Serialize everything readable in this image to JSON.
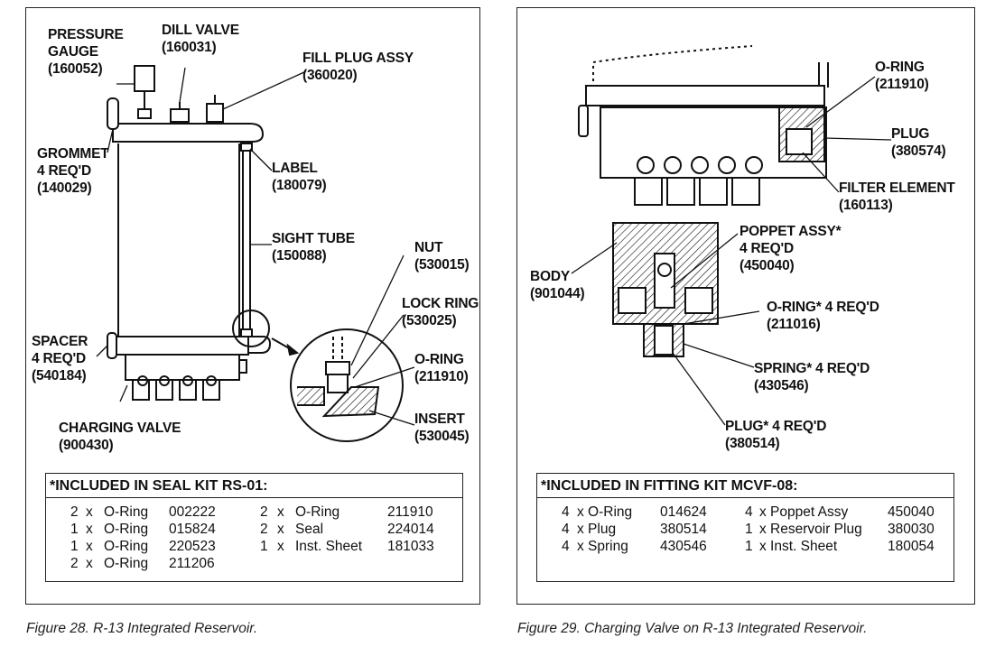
{
  "figure28": {
    "labels": {
      "pressure_gauge": "PRESSURE\nGAUGE\n(160052)",
      "dill_valve": "DILL VALVE\n(160031)",
      "fill_plug": "FILL PLUG ASSY\n(360020)",
      "grommet": "GROMMET\n4 REQ'D\n(140029)",
      "label": "LABEL\n(180079)",
      "sight_tube": "SIGHT TUBE\n(150088)",
      "nut": "NUT\n(530015)",
      "lock_ring": "LOCK RING\n(530025)",
      "o_ring": "O-RING\n(211910)",
      "insert": "INSERT\n(530045)",
      "spacer": "SPACER\n4 REQ'D\n(540184)",
      "charging_valve": "CHARGING VALVE\n(900430)"
    },
    "kit": {
      "title": "*INCLUDED IN SEAL KIT RS-01:",
      "left_rows": [
        {
          "qty": "2",
          "x": "x",
          "name": "O-Ring",
          "part": "002222"
        },
        {
          "qty": "1",
          "x": "x",
          "name": "O-Ring",
          "part": "015824"
        },
        {
          "qty": "1",
          "x": "x",
          "name": "O-Ring",
          "part": "220523"
        },
        {
          "qty": "2",
          "x": "x",
          "name": "O-Ring",
          "part": "211206"
        }
      ],
      "right_rows": [
        {
          "qty": "2",
          "x": "x",
          "name": "O-Ring",
          "part": "211910"
        },
        {
          "qty": "2",
          "x": "x",
          "name": "Seal",
          "part": "224014"
        },
        {
          "qty": "1",
          "x": "x",
          "name": "Inst. Sheet",
          "part": "181033"
        }
      ]
    },
    "caption": "Figure 28. R-13 Integrated Reservoir."
  },
  "figure29": {
    "labels": {
      "o_ring_top": "O-RING\n(211910)",
      "plug": "PLUG\n(380574)",
      "filter_element": "FILTER ELEMENT\n(160113)",
      "poppet_assy": "POPPET ASSY*\n4 REQ'D\n(450040)",
      "body": "BODY\n(901044)",
      "o_ring_4": "O-RING* 4 REQ'D\n(211016)",
      "spring": "SPRING* 4 REQ'D\n(430546)",
      "plug_4": "PLUG* 4 REQ'D\n(380514)"
    },
    "kit": {
      "title": "*INCLUDED IN FITTING KIT MCVF-08:",
      "left_rows": [
        {
          "qty": "4",
          "x": "x O-Ring",
          "part": "014624"
        },
        {
          "qty": "4",
          "x": "x Plug",
          "part": "380514"
        },
        {
          "qty": "4",
          "x": "x Spring",
          "part": "430546"
        }
      ],
      "right_rows": [
        {
          "qty": "4",
          "x": "x Poppet Assy",
          "part": "450040"
        },
        {
          "qty": "1",
          "x": "x Reservoir Plug",
          "part": "380030"
        },
        {
          "qty": "1",
          "x": "x Inst. Sheet",
          "part": "180054"
        }
      ]
    },
    "caption": "Figure 29. Charging Valve on R-13 Integrated Reservoir."
  }
}
